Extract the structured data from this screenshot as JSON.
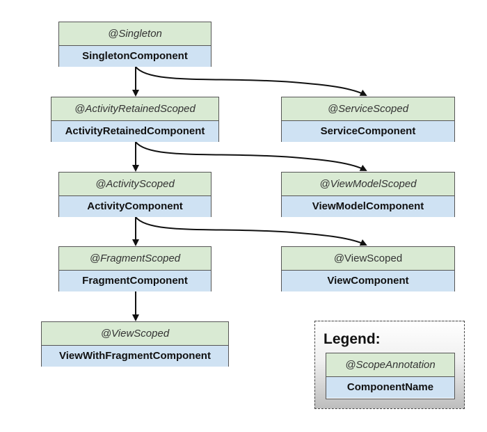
{
  "nodes": {
    "singleton": {
      "scope": "@Singleton",
      "component": "SingletonComponent"
    },
    "activity_retained": {
      "scope": "@ActivityRetainedScoped",
      "component": "ActivityRetainedComponent"
    },
    "service": {
      "scope": "@ServiceScoped",
      "component": "ServiceComponent"
    },
    "activity": {
      "scope": "@ActivityScoped",
      "component": "ActivityComponent"
    },
    "view_model": {
      "scope": "@ViewModelScoped",
      "component": "ViewModelComponent"
    },
    "fragment": {
      "scope": "@FragmentScoped",
      "component": "FragmentComponent"
    },
    "view": {
      "scope": "@ViewScoped",
      "component": "ViewComponent"
    },
    "view_with_fragment": {
      "scope": "@ViewScoped",
      "component": "ViewWithFragmentComponent"
    }
  },
  "edges": [
    {
      "from": "singleton",
      "to": "activity_retained"
    },
    {
      "from": "singleton",
      "to": "service"
    },
    {
      "from": "activity_retained",
      "to": "activity"
    },
    {
      "from": "activity_retained",
      "to": "view_model"
    },
    {
      "from": "activity",
      "to": "fragment"
    },
    {
      "from": "activity",
      "to": "view"
    },
    {
      "from": "fragment",
      "to": "view_with_fragment"
    }
  ],
  "legend": {
    "title": "Legend:",
    "scope": "@ScopeAnnotation",
    "component": "ComponentName"
  },
  "colors": {
    "scope_fill": "#d9ead3",
    "component_fill": "#cfe2f3",
    "border": "#555555",
    "arrow": "#111111"
  }
}
